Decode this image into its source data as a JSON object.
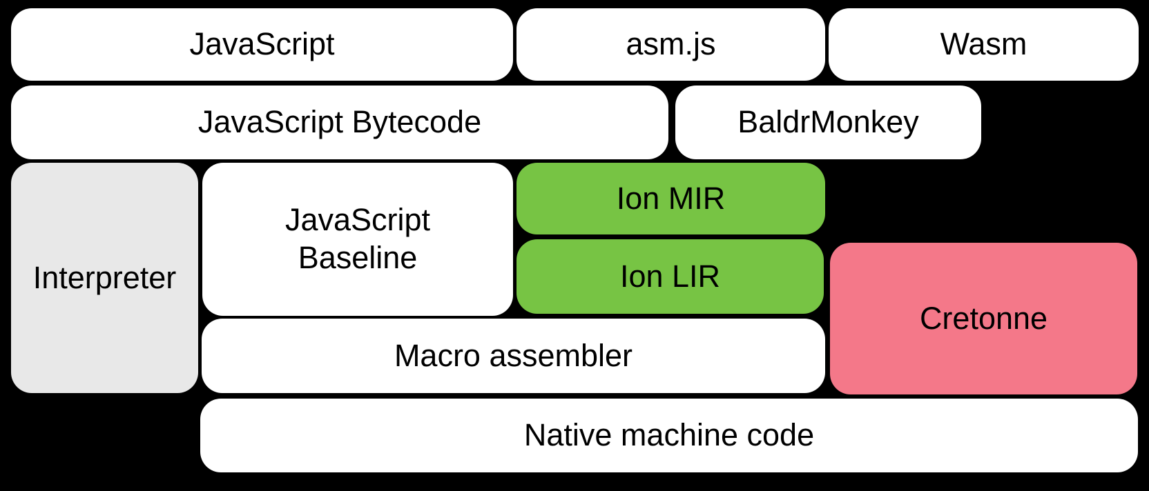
{
  "boxes": {
    "javascript": {
      "label": "JavaScript",
      "fill": "#FFFFFF"
    },
    "asmjs": {
      "label": "asm.js",
      "fill": "#FFFFFF"
    },
    "wasm": {
      "label": "Wasm",
      "fill": "#FFFFFF"
    },
    "javascript_bytecode": {
      "label": "JavaScript Bytecode",
      "fill": "#FFFFFF"
    },
    "baldrmonkey": {
      "label": "BaldrMonkey",
      "fill": "#FFFFFF"
    },
    "interpreter": {
      "label": "Interpreter",
      "fill": "#E8E8E8"
    },
    "javascript_baseline": {
      "label": "JavaScript\nBaseline",
      "fill": "#FFFFFF"
    },
    "ion_mir": {
      "label": "Ion MIR",
      "fill": "#77C444"
    },
    "ion_lir": {
      "label": "Ion LIR",
      "fill": "#77C444"
    },
    "cretonne": {
      "label": "Cretonne",
      "fill": "#F47889"
    },
    "macro_assembler": {
      "label": "Macro assembler",
      "fill": "#FFFFFF"
    },
    "native_machine_code": {
      "label": "Native machine code",
      "fill": "#FFFFFF"
    }
  },
  "colors": {
    "background": "#000000",
    "text": "#000000",
    "box_white": "#FFFFFF",
    "box_gray": "#E8E8E8",
    "box_green": "#77C444",
    "box_pink": "#F47889"
  }
}
